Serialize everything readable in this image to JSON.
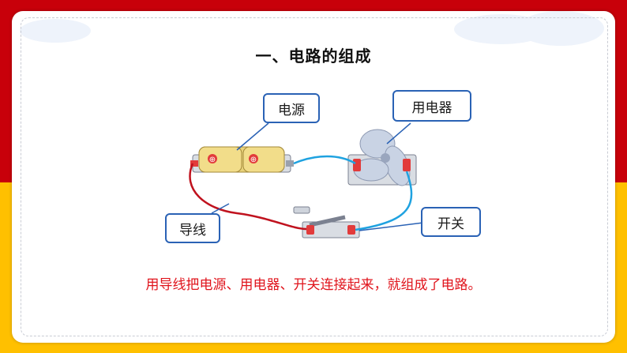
{
  "slide": {
    "title": "一、电路的组成",
    "labels": {
      "power": "电源",
      "appliance": "用电器",
      "wire": "导线",
      "switch": "开关"
    },
    "summary": "用导线把电源、用电器、开关连接起来，就组成了电路。",
    "battery_signs": [
      "⊕",
      "⊕"
    ]
  },
  "colors": {
    "top_band": "#c8000a",
    "bottom_band": "#ffc000",
    "callout_border": "#2a62b5",
    "summary_text": "#e0141c",
    "wire_red": "#c0121e",
    "wire_blue": "#1fa2e0"
  }
}
